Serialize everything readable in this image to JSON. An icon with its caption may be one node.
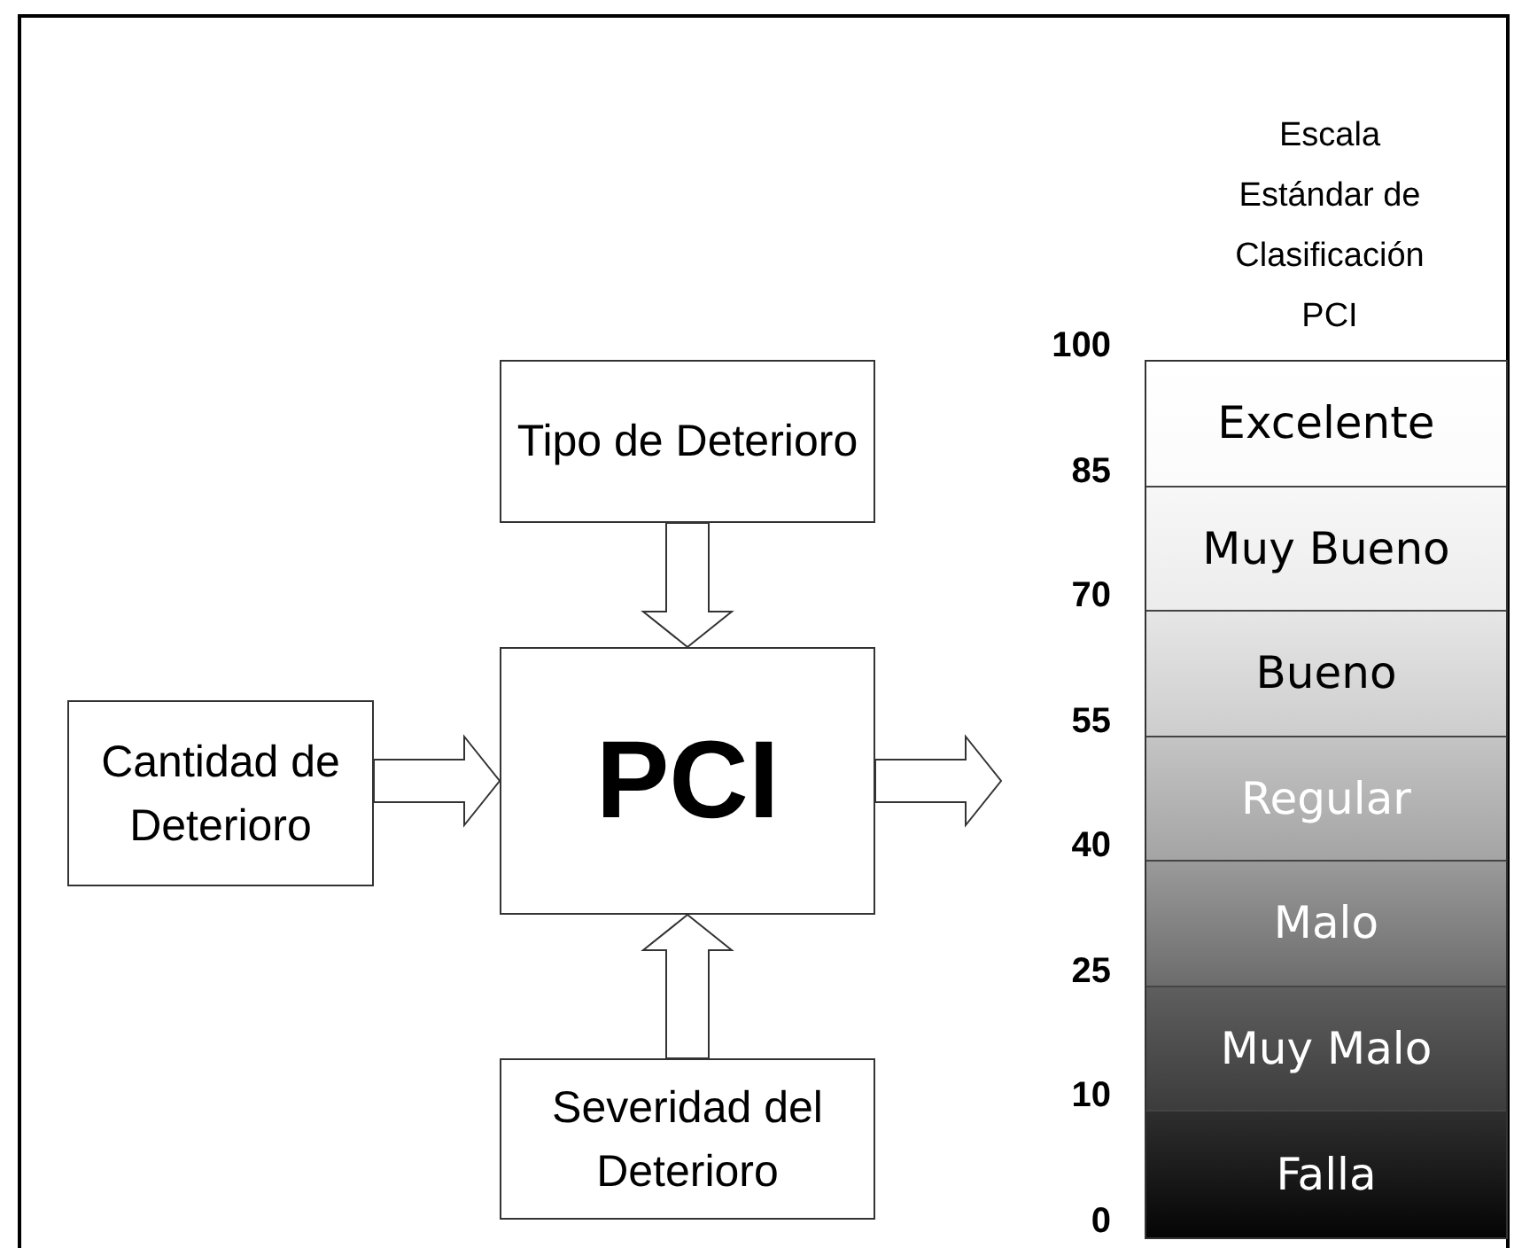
{
  "diagram": {
    "nodes": [
      {
        "text": [
          "Tipo de Deterioro"
        ]
      },
      {
        "text": [
          "Cantidad de Deterioro"
        ]
      },
      {
        "text": [
          "PCI"
        ]
      },
      {
        "text": [
          "Severidad del Deterioro"
        ]
      },
      {
        "text": [
          "Escala Estándar de Clasificación PCI"
        ]
      },
      {
        "text": [
          "Excelente"
        ],
        "in": 4
      },
      {
        "text": [
          "Muy Bueno"
        ],
        "in": 4
      },
      {
        "text": [
          "Bueno"
        ],
        "in": 4
      },
      {
        "text": [
          "Regular"
        ],
        "in": 4
      },
      {
        "text": [
          "Malo"
        ],
        "in": 4
      },
      {
        "text": [
          "Muy Malo"
        ],
        "in": 4
      },
      {
        "text": [
          "Falla"
        ],
        "in": 4
      }
    ],
    "edges": [
      {
        "from": 0,
        "to": 2,
        "arrow": "to"
      },
      {
        "from": 1,
        "to": 2,
        "arrow": "to"
      },
      {
        "from": 3,
        "to": 2,
        "arrow": "to"
      },
      {
        "from": 2,
        "to": null,
        "arrow": "to"
      }
    ],
    "labels": [
      "100",
      "85",
      "70",
      "55",
      "40",
      "25",
      "10",
      "0"
    ]
  }
}
